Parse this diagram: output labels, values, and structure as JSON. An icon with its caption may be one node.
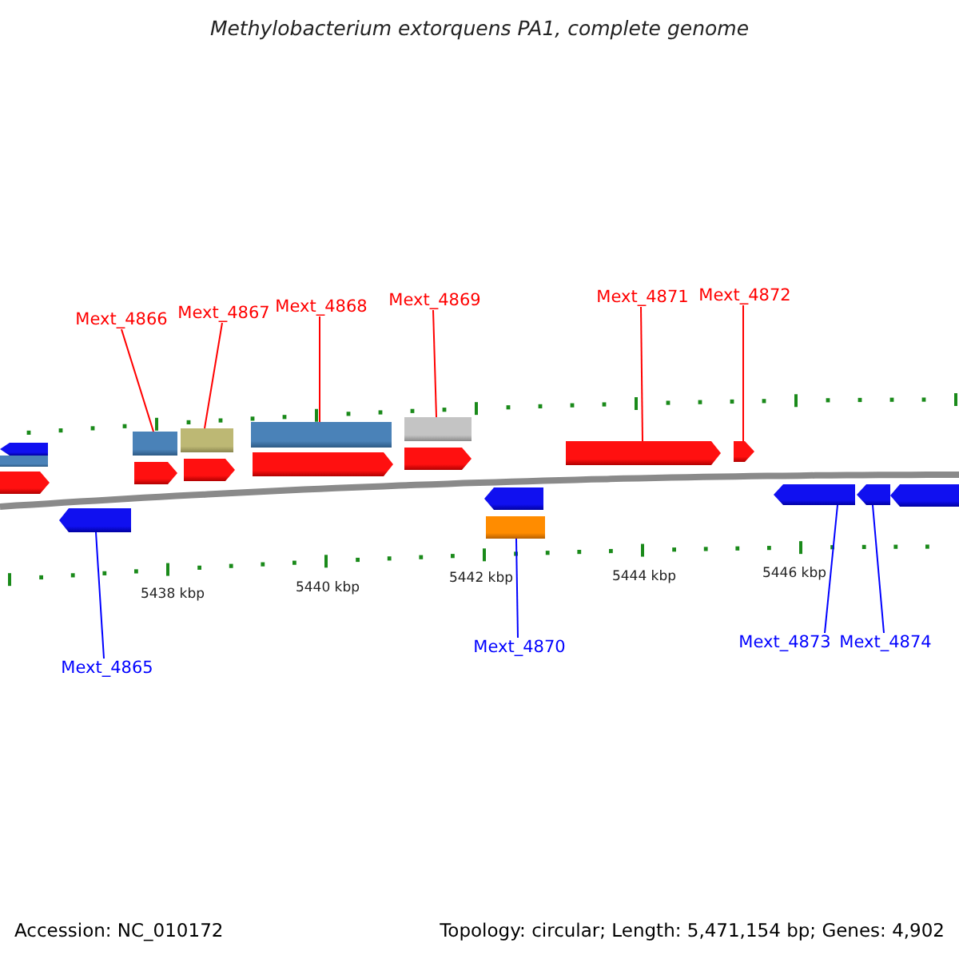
{
  "diagram": {
    "title": "Methylobacterium extorquens PA1, complete genome",
    "nodes": [
      {
        "text": [
          "Mext_4866"
        ]
      },
      {
        "text": [
          "Mext_4867"
        ]
      },
      {
        "text": [
          "Mext_4868"
        ]
      },
      {
        "text": [
          "Mext_4869"
        ]
      },
      {
        "text": [
          "Mext_4871"
        ]
      },
      {
        "text": [
          "Mext_4872"
        ]
      },
      {
        "text": [
          "Mext_4865"
        ]
      },
      {
        "text": [
          "Mext_4870"
        ]
      },
      {
        "text": [
          "Mext_4873"
        ]
      },
      {
        "text": [
          "Mext_4874"
        ]
      },
      {
        "text": [],
        "shape": "pentagon"
      },
      {
        "text": [],
        "shape": "bar"
      },
      {
        "text": [],
        "shape": "pentagon"
      },
      {
        "text": [],
        "shape": "pentagon"
      },
      {
        "text": [],
        "shape": "bar"
      },
      {
        "text": [],
        "shape": "pentagon"
      },
      {
        "text": [],
        "shape": "bar"
      },
      {
        "text": [],
        "shape": "pentagon"
      },
      {
        "text": [],
        "shape": "bar"
      },
      {
        "text": [],
        "shape": "pentagon"
      },
      {
        "text": [],
        "shape": "bar"
      },
      {
        "text": [],
        "shape": "pentagon"
      },
      {
        "text": [],
        "shape": "pentagon"
      },
      {
        "text": [],
        "shape": "bar"
      },
      {
        "text": [],
        "shape": "pentagon"
      },
      {
        "text": [],
        "shape": "pentagon"
      },
      {
        "text": [],
        "shape": "pentagon"
      },
      {
        "text": [],
        "shape": "pentagon"
      },
      {
        "text": [],
        "shape": "pentagon"
      }
    ],
    "edges": [
      {
        "from": 0,
        "to": 14,
        "arrow": "none",
        "color": "#ff0000"
      },
      {
        "from": 1,
        "to": 16,
        "arrow": "none",
        "color": "#ff0000"
      },
      {
        "from": 2,
        "to": 18,
        "arrow": "none",
        "color": "#ff0000"
      },
      {
        "from": 3,
        "to": 20,
        "arrow": "none",
        "color": "#ff0000"
      },
      {
        "from": 4,
        "to": 24,
        "arrow": "none",
        "color": "#ff0000"
      },
      {
        "from": 5,
        "to": 25,
        "arrow": "none",
        "color": "#ff0000"
      },
      {
        "from": 6,
        "to": 13,
        "arrow": "none",
        "color": "#0000ff"
      },
      {
        "from": 7,
        "to": 23,
        "arrow": "none",
        "color": "#0000ff"
      },
      {
        "from": 8,
        "to": 26,
        "arrow": "none",
        "color": "#0000ff"
      },
      {
        "from": 9,
        "to": 27,
        "arrow": "none",
        "color": "#0000ff"
      }
    ],
    "labels": [
      "5438 kbp",
      "5440 kbp",
      "5442 kbp",
      "5444 kbp",
      "5446 kbp",
      "Accession: NC_010172",
      "Topology: circular; Length: 5,471,154 bp; Genes: 4,902"
    ]
  }
}
